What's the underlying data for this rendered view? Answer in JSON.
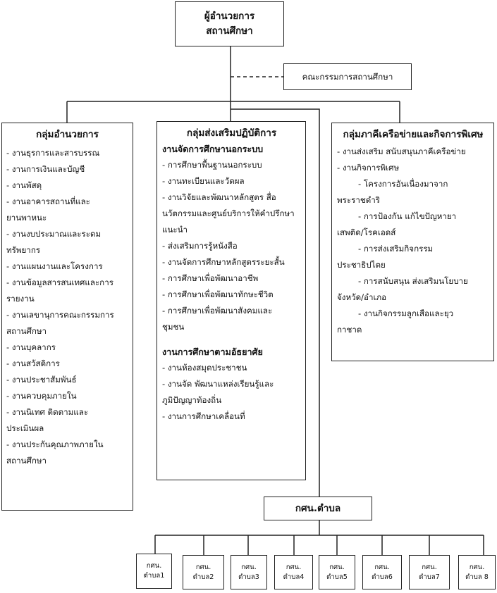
{
  "director": {
    "line1": "ผู้อำนวยการ",
    "line2": "สถานศึกษา"
  },
  "committee": {
    "label": "คณะกรรมการสถานศึกษา"
  },
  "groups": {
    "admin": {
      "title": "กลุ่มอำนวยการ",
      "items": [
        "- งานธุรการและสารบรรณ",
        "- งานการเงินและบัญชี",
        "- งานพัสดุ",
        "- งานอาคารสถานที่และ",
        "ยานพาหนะ",
        "- งานงบประมาณและระดม",
        "ทรัพยากร",
        "- งานแผนงานและโครงการ",
        "- งานข้อมูลสารสนเทศและการ",
        "รายงาน",
        "- งานเลขานุการคณะกรรมการ",
        "สถานศึกษา",
        "- งานบุคลากร",
        "- งานสวัสดิการ",
        "- งานประชาสัมพันธ์",
        "- งานควบคุมภายใน",
        "- งานนิเทศ ติดตามและ",
        "ประเมินผล",
        "- งานประกันคุณภาพภายใน",
        "สถานศึกษา"
      ]
    },
    "practice": {
      "title": "กลุ่มส่งเสริมปฏิบัติการ",
      "nonformal_title": "งานจัดการศึกษานอกระบบ",
      "nonformal_items": [
        "- การศึกษาพื้นฐานนอกระบบ",
        "- งานทะเบียนและวัดผล",
        "- งานวิจัยและพัฒนาหลักสูตร สื่อ",
        "นวัตกรรมและศูนย์บริการให้คำปรึกษา",
        "แนะนำ",
        "- ส่งเสริมการรู้หนังสือ",
        "- งานจัดการศึกษาหลักสูตรระยะสั้น",
        "- การศึกษาเพื่อพัฒนาอาชีพ",
        "- การศึกษาเพื่อพัฒนาทักษะชีวิต",
        "- การศึกษาเพื่อพัฒนาสังคมและ",
        "ชุมชน"
      ],
      "informal_title": "งานการศึกษาตามอัธยาศัย",
      "informal_items": [
        "- งานห้องสมุดประชาชน",
        "- งานจัด พัฒนาแหล่งเรียนรู้และ",
        "ภูมิปัญญาท้องถิ่น",
        "- งานการศึกษาเคลื่อนที่"
      ]
    },
    "network": {
      "title": "กลุ่มภาคีเครือข่ายและกิจการพิเศษ",
      "items": [
        {
          "text": "- งานส่งเสริม สนับสนุนภาคีเครือข่าย",
          "indent": false
        },
        {
          "text": "- งานกิจการพิเศษ",
          "indent": false
        },
        {
          "text": "- โครงการอันเนื่องมาจาก",
          "indent": true
        },
        {
          "text": "พระราชดำริ",
          "indent": false
        },
        {
          "text": "- การป้องกัน แก้ไขปัญหายา",
          "indent": true
        },
        {
          "text": "เสพติด/โรคเอดส์",
          "indent": false
        },
        {
          "text": "- การส่งเสริมกิจกรรม",
          "indent": true
        },
        {
          "text": "ประชาธิปไตย",
          "indent": false
        },
        {
          "text": "- การสนับสนุน ส่งเสริมนโยบาย",
          "indent": true
        },
        {
          "text": "จังหวัด/อำเภอ",
          "indent": false
        },
        {
          "text": "- งานกิจกรรมลูกเสือและยุว",
          "indent": true
        },
        {
          "text": "กาชาด",
          "indent": false
        }
      ]
    }
  },
  "district_center": {
    "label": "กศน.ตำบล"
  },
  "subdistricts": [
    {
      "line1": "กศน.",
      "line2": "ตำบล1"
    },
    {
      "line1": "กศน.",
      "line2": "ตำบล2"
    },
    {
      "line1": "กศน.",
      "line2": "ตำบล3"
    },
    {
      "line1": "กศน.",
      "line2": "ตำบล4"
    },
    {
      "line1": "กศน.",
      "line2": "ตำบล5"
    },
    {
      "line1": "กศน.",
      "line2": "ตำบล6"
    },
    {
      "line1": "กศน.",
      "line2": "ตำบล7"
    },
    {
      "line1": "กศน.",
      "line2": "ตำบล 8"
    }
  ]
}
